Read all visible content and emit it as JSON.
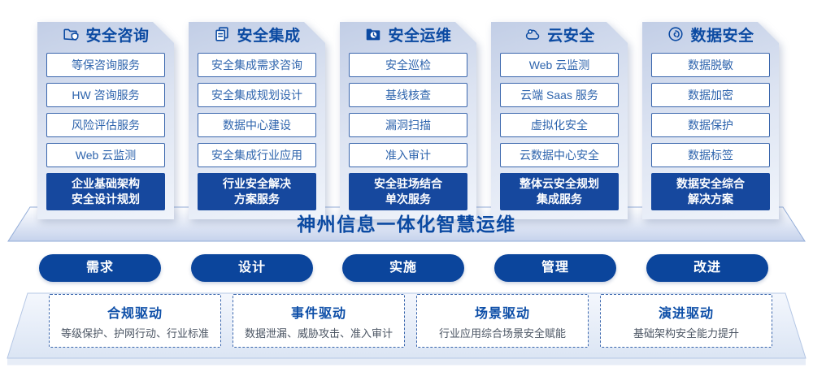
{
  "colors": {
    "primary_blue": "#0b4aa2",
    "item_text": "#2e64ad",
    "item_border": "#3a66ad",
    "highlight_bg": "#16489e",
    "pill_bg": "#0b459c",
    "driver_title": "#0e4fa8",
    "driver_desc": "#4b5563",
    "card_gradient_top": "#c2cee6",
    "card_gradient_bottom": "#f0f4fb"
  },
  "columns": [
    {
      "icon": "folder-shield-icon",
      "title": "安全咨询",
      "items": [
        "等保咨询服务",
        "HW 咨询服务",
        "风险评估服务",
        "Web 云监测"
      ],
      "highlight": [
        "企业基础架构",
        "安全设计规划"
      ]
    },
    {
      "icon": "copy-document-icon",
      "title": "安全集成",
      "items": [
        "安全集成需求咨询",
        "安全集成规划设计",
        "数据中心建设",
        "安全集成行业应用"
      ],
      "highlight": [
        "行业安全解决",
        "方案服务"
      ]
    },
    {
      "icon": "folder-clock-icon",
      "title": "安全运维",
      "items": [
        "安全巡检",
        "基线核查",
        "漏洞扫描",
        "准入审计"
      ],
      "highlight": [
        "安全驻场结合",
        "单次服务"
      ]
    },
    {
      "icon": "cloud-user-icon",
      "title": "云安全",
      "items": [
        "Web 云监测",
        "云端 Saas 服务",
        "虚拟化安全",
        "云数据中心安全"
      ],
      "highlight": [
        "整体云安全规划",
        "集成服务"
      ]
    },
    {
      "icon": "fingerprint-icon",
      "title": "数据安全",
      "items": [
        "数据脱敏",
        "数据加密",
        "数据保护",
        "数据标签"
      ],
      "highlight": [
        "数据安全综合",
        "解决方案"
      ]
    }
  ],
  "banner": {
    "label": "神州信息一体化智慧运维"
  },
  "process_steps": [
    "需求",
    "设计",
    "实施",
    "管理",
    "改进"
  ],
  "drivers": [
    {
      "title": "合规驱动",
      "desc": "等级保护、护网行动、行业标准"
    },
    {
      "title": "事件驱动",
      "desc": "数据泄漏、威胁攻击、准入审计"
    },
    {
      "title": "场景驱动",
      "desc": "行业应用综合场景安全赋能"
    },
    {
      "title": "演进驱动",
      "desc": "基础架构安全能力提升"
    }
  ]
}
